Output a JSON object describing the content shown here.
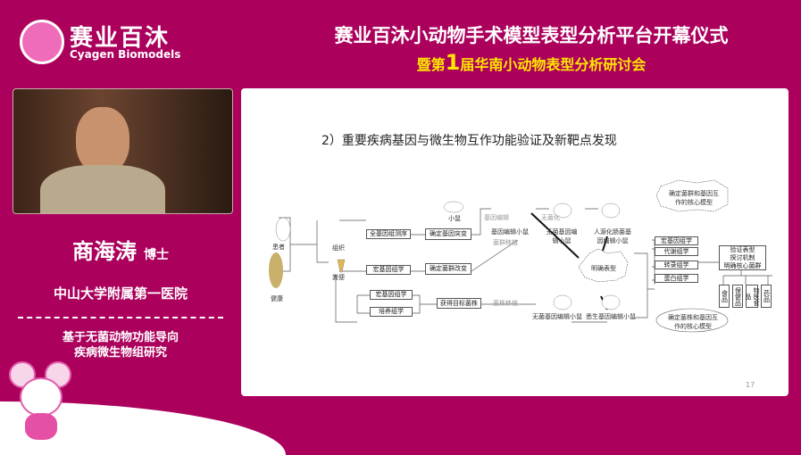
{
  "header": {
    "brand_cn": "赛业百沐",
    "brand_en": "Cyagen Biomodels",
    "title_line1": "赛业百沐小动物手术模型表型分析平台开幕仪式",
    "title_line2_pre": "暨第",
    "title_line2_num": "1",
    "title_line2_post": "届华南小动物表型分析研讨会"
  },
  "speaker": {
    "name": "商海涛",
    "title": "博士",
    "organization": "中山大学附属第一医院",
    "topic_line1": "基于无菌动物功能导向",
    "topic_line2": "疾病微生物组研究"
  },
  "slide": {
    "heading": "2）重要疾病基因与微生物互作功能验证及新靶点发现",
    "page_number": "17",
    "diagram": {
      "patient": "患者",
      "healthy": "健康",
      "tissue": "组织",
      "feces": "粪便",
      "wgs": "全基因组测序",
      "gene_mutation": "确定基因突变",
      "mouse": "小鼠",
      "gene_editing": "基因编辑",
      "gene_edited_mouse": "基因编辑小鼠",
      "metagenomics1": "宏基因组学",
      "flora_change": "确定菌群改变",
      "flora_transplant": "菌群移植",
      "metagenomics2": "宏基因组学",
      "culturomics": "培养组学",
      "target_strain": "获得目标菌株",
      "strain_transplant": "菌株移植",
      "germfree": "无菌化",
      "germfree_mouse": "无菌基因编辑小鼠",
      "humanized_mouse": "人源化肠菌基因编辑小鼠",
      "germfree_mouse2": "无菌基因编辑小鼠",
      "gnotobiotic_mouse": "悉生基因编辑小鼠",
      "phenotype": "明确表型",
      "core_model_flora": "确定菌群和基因互作的核心模型",
      "core_model_strain": "确定菌株和基因互作的核心模型",
      "omics": [
        "宏基因组学",
        "代谢组学",
        "转录组学",
        "蛋白组学"
      ],
      "validate": [
        "验证表型",
        "探讨机制",
        "明确核心菌群"
      ],
      "applications": [
        "食品",
        "保健品",
        "特医食品",
        "药品"
      ]
    }
  }
}
